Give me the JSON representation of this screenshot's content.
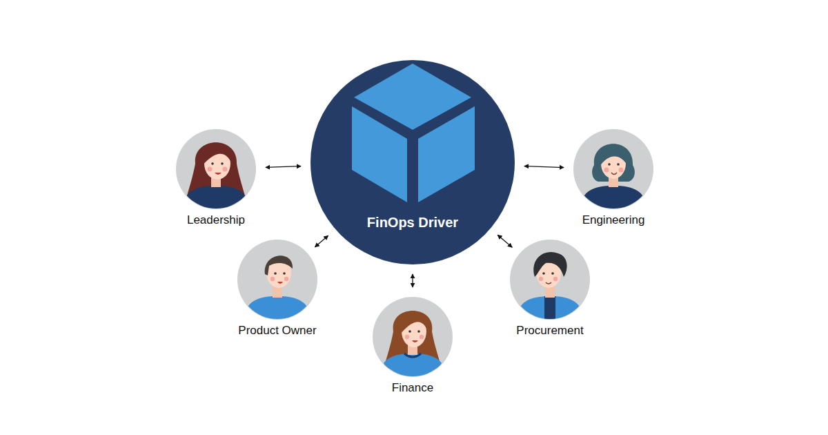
{
  "diagram": {
    "nodes": [
      {
        "text": [
          "FinOps Driver"
        ]
      },
      {
        "text": [
          "Leadership"
        ]
      },
      {
        "text": [
          "Engineering"
        ]
      },
      {
        "text": [
          "Product Owner"
        ]
      },
      {
        "text": [
          "Procurement"
        ]
      },
      {
        "text": [
          "Finance"
        ]
      }
    ],
    "edges": [
      {
        "from": 0,
        "to": 1,
        "arrow": "both"
      },
      {
        "from": 0,
        "to": 2,
        "arrow": "both"
      },
      {
        "from": 0,
        "to": 3,
        "arrow": "both"
      },
      {
        "from": 0,
        "to": 4,
        "arrow": "both"
      },
      {
        "from": 0,
        "to": 5,
        "arrow": "both"
      }
    ]
  }
}
